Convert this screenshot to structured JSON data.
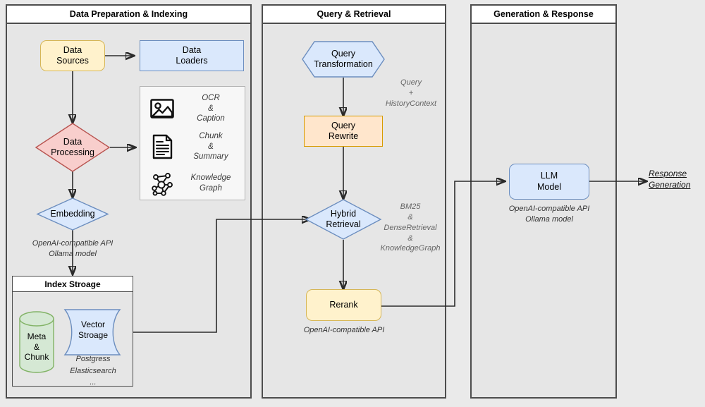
{
  "panels": [
    {
      "id": "prep",
      "title": "Data Preparation & Indexing"
    },
    {
      "id": "query",
      "title": "Query & Retrieval"
    },
    {
      "id": "gen",
      "title": "Generation & Response"
    }
  ],
  "nodes": {
    "data_sources": {
      "label": "Data\nSources",
      "shape": "rounded-rect",
      "color": "#fff2cc",
      "border": "#d6b656"
    },
    "data_loaders": {
      "label": "Data\nLoaders",
      "shape": "rect",
      "color": "#dae8fc",
      "border": "#6c8ebf"
    },
    "data_processing": {
      "label": "Data\nProcessing",
      "shape": "diamond",
      "color": "#f8cecc",
      "border": "#b85450"
    },
    "embedding": {
      "label": "Embedding",
      "shape": "diamond",
      "color": "#dae8fc",
      "border": "#6c8ebf"
    },
    "meta_chunk": {
      "label": "Meta\n&\nChunk",
      "shape": "cylinder",
      "color": "#d5e8d4",
      "border": "#82b366"
    },
    "vector_storage": {
      "label": "Vector\nStroage",
      "shape": "tape",
      "color": "#dae8fc",
      "border": "#6c8ebf"
    },
    "query_transformation": {
      "label": "Query\nTransformation",
      "shape": "hexagon",
      "color": "#dae8fc",
      "border": "#6c8ebf"
    },
    "query_rewrite": {
      "label": "Query\nRewrite",
      "shape": "rect",
      "color": "#ffe6cc",
      "border": "#d79b00"
    },
    "hybrid_retrieval": {
      "label": "Hybrid\nRetrieval",
      "shape": "diamond",
      "color": "#dae8fc",
      "border": "#6c8ebf"
    },
    "rerank": {
      "label": "Rerank",
      "shape": "rounded-rect",
      "color": "#fff2cc",
      "border": "#d6b656"
    },
    "llm_model": {
      "label": "LLM\nModel",
      "shape": "rounded-rect",
      "color": "#dae8fc",
      "border": "#6c8ebf"
    }
  },
  "index_storage": {
    "title": "Index Stroage",
    "vector_notes": "Postgress\nElasticsearch\n..."
  },
  "capabilities": [
    {
      "icon": "image-icon",
      "label": "OCR\n&\nCaption"
    },
    {
      "icon": "document-icon",
      "label": "Chunk\n&\nSummary"
    },
    {
      "icon": "graph-icon",
      "label": "Knowledge\nGraph"
    }
  ],
  "notes": {
    "embedding_api": "OpenAI-compatible API\nOllama model",
    "query_context": "Query\n+\nHistoryContext",
    "retrieval_methods": "BM25\n&\nDenseRetrieval\n&\nKnowledgeGraph",
    "rerank_api": "OpenAI-compatible API",
    "llm_api": "OpenAI-compatible API\nOllama model",
    "response_generation": "Response\nGeneration"
  },
  "colors": {
    "canvas": "#eaeaea",
    "panel_fill": "#e6e6e6",
    "panel_border": "#4d4d4d",
    "edge": "#2b2b2b"
  }
}
